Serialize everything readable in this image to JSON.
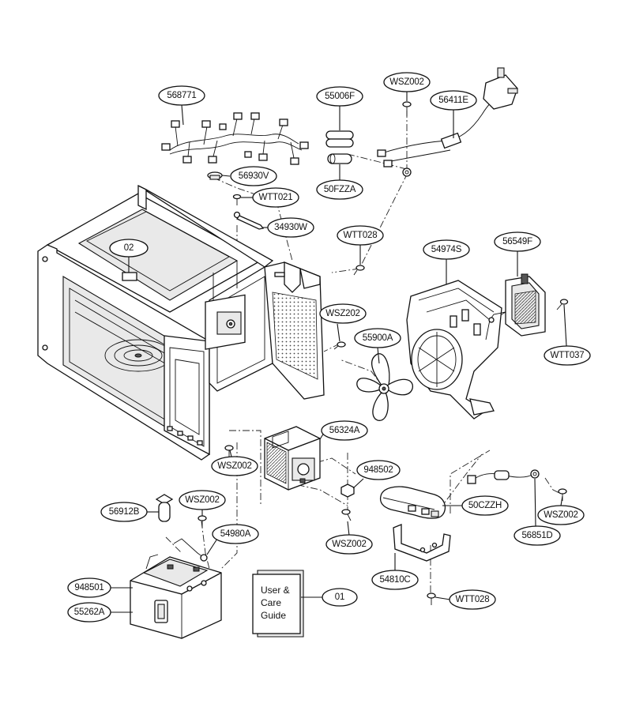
{
  "diagram": {
    "labels": {
      "p568771": "568771",
      "p55006F": "55006F",
      "pWSZ002_top": "WSZ002",
      "p56411E": "56411E",
      "p56930V": "56930V",
      "pWTT021": "WTT021",
      "p50FZZA": "50FZZA",
      "p34930W": "34930W",
      "p02": "02",
      "pWTT028_top": "WTT028",
      "p54974S": "54974S",
      "p56549F": "56549F",
      "pWSZ202": "WSZ202",
      "p55900A": "55900A",
      "pWTT037": "WTT037",
      "p56324A": "56324A",
      "pWSZ002_left": "WSZ002",
      "p948502": "948502",
      "p56912B": "56912B",
      "pWSZ002_mid": "WSZ002",
      "p54980A": "54980A",
      "p50CZZH": "50CZZH",
      "pWSZ002_right": "WSZ002",
      "pWSZ002_bottom": "WSZ002",
      "p56851D": "56851D",
      "p948501": "948501",
      "p55262A": "55262A",
      "p54810C": "54810C",
      "p01": "01",
      "pWTT028_bottom": "WTT028"
    },
    "guide": {
      "line1": "User &",
      "line2": "Care",
      "line3": "Guide"
    }
  }
}
